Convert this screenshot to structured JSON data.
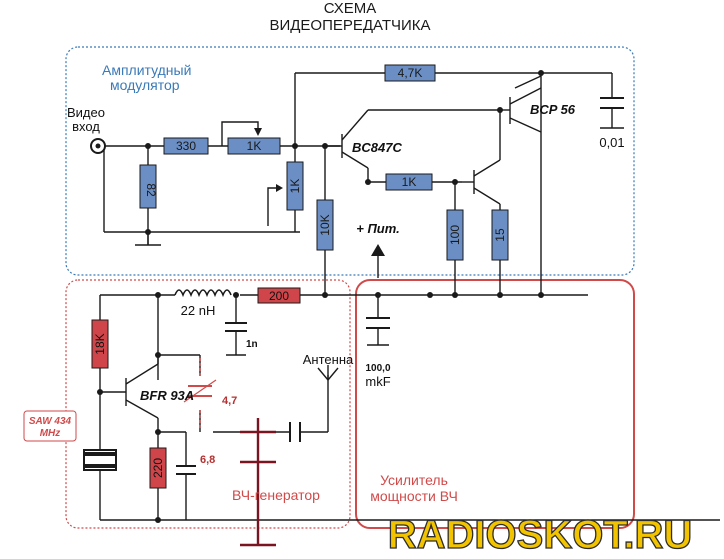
{
  "title": {
    "line1": "СХЕМА",
    "line2": "ВИДЕОПЕРЕДАТЧИКА"
  },
  "blocks": {
    "modulator": {
      "line1": "Амплитудный",
      "line2": "модулятор",
      "color": "#3a7ab8"
    },
    "rf_generator": {
      "label": "ВЧ-генератор",
      "color": "#d04a4a"
    },
    "power_amp": {
      "line1": "Усилитель",
      "line2": "мощности ВЧ",
      "color": "#d04a4a"
    }
  },
  "video_input": {
    "line1": "Видео",
    "line2": "вход"
  },
  "resistors": {
    "r_4k7": "4,7K",
    "r_330": "330",
    "r_1k_pot": "1K",
    "r_82": "82",
    "r_1k_var": "1K",
    "r_1k_base": "1K",
    "r_10k": "10K",
    "r_100": "100",
    "r_15": "15",
    "r_200": "200",
    "r_18k": "18K",
    "r_220": "220"
  },
  "transistors": {
    "q1": "BC847C",
    "q2": "BCP 56",
    "q3": "BFR 93A"
  },
  "capacitors": {
    "c_001": "0,01",
    "c_1n": "1n",
    "c_47": "4,7",
    "c_68": "6,8",
    "c_100": "100,0",
    "c_100_unit": "mkF"
  },
  "inductor": "22 nH",
  "supply": "+ Пит.",
  "antenna": "Антенна",
  "saw": {
    "line1": "SAW 434",
    "line2": "MHz"
  },
  "watermark": "RADIOSKOT.RU",
  "colors": {
    "resistor_blue": "#6b8fc4",
    "resistor_red": "#d0454a",
    "wire": "#1a1a1a",
    "dark_red": "#7a1420"
  }
}
